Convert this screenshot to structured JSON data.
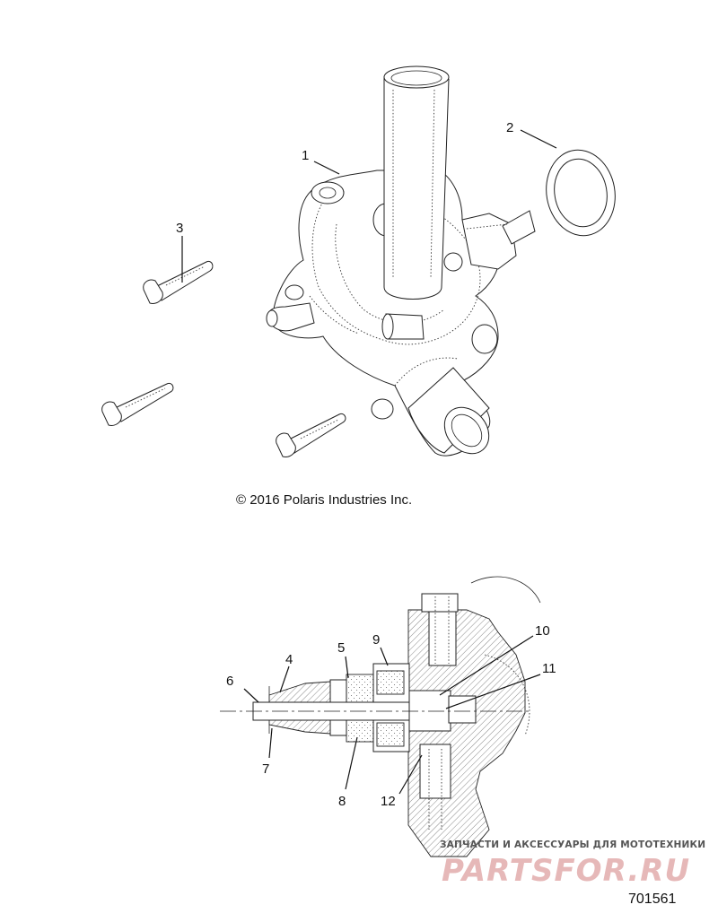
{
  "diagram": {
    "copyright": "© 2016 Polaris Industries Inc.",
    "part_number": "701561",
    "watermark": {
      "tagline": "ЗАПЧАСТИ И АКСЕССУАРЫ ДЛЯ МОТОТЕХНИКИ",
      "brand": "PARTSFOR.RU"
    },
    "callouts": {
      "c1": "1",
      "c2": "2",
      "c3": "3",
      "c4": "4",
      "c5": "5",
      "c6": "6",
      "c7": "7",
      "c8": "8",
      "c9": "9",
      "c10": "10",
      "c11": "11",
      "c12": "12"
    }
  }
}
